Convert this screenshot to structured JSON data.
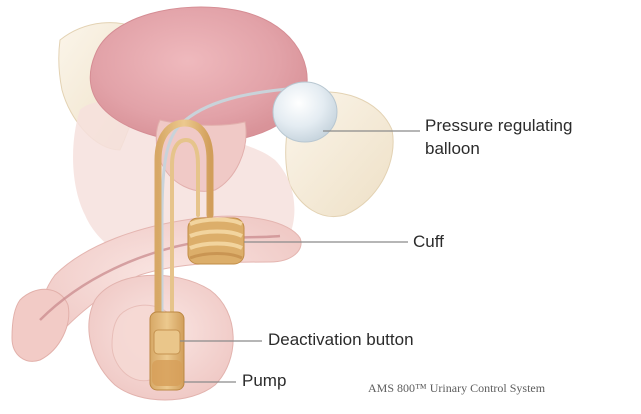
{
  "labels": {
    "balloon_line1": "Pressure regulating",
    "balloon_line2": "balloon",
    "cuff": "Cuff",
    "deactivation_button": "Deactivation button",
    "pump": "Pump"
  },
  "caption": "AMS 800™ Urinary Control System",
  "colors": {
    "bladder": "#e6a9ae",
    "tissue": "#f3d3cf",
    "pubic_bone": "#f4ead6",
    "device_tan": "#e2ba7a",
    "balloon": "#dde7ee",
    "leader_line": "#8a8a8a",
    "label_text": "#2b2b2b"
  },
  "icons": [
    "inflatable-cuff-icon",
    "pressure-balloon-icon",
    "control-pump-icon"
  ]
}
